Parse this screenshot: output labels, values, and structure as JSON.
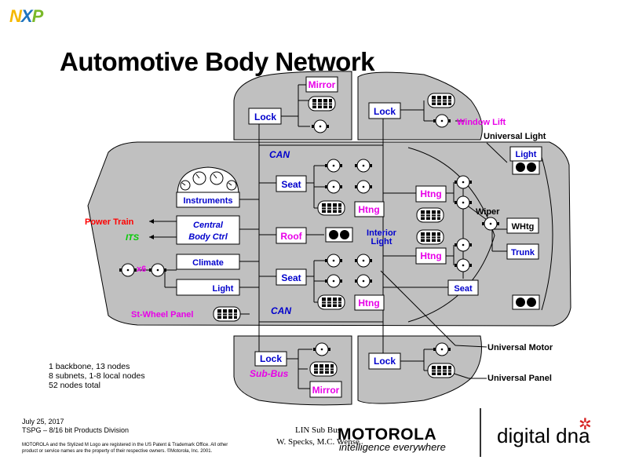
{
  "header": {
    "logo": "NXP",
    "title": "Automotive Body Network"
  },
  "labels": {
    "mirror_top": "Mirror",
    "lock_top_left": "Lock",
    "lock_top_right": "Lock",
    "window_lift": "Window Lift",
    "universal_light": "Universal Light",
    "light_right": "Light",
    "can_top": "CAN",
    "seat_top": "Seat",
    "htng_top_mid": "Htng",
    "instruments": "Instruments",
    "htng_right_top": "Htng",
    "power_train": "Power Train",
    "central_line1": "Central",
    "central_line2": "Body Ctrl",
    "its": "ITS",
    "roof": "Roof",
    "interior_line1": "Interior",
    "interior_line2": "Light",
    "wiper": "Wiper",
    "whtg": "WHtg",
    "trunk": "Trunk",
    "climate": "Climate",
    "x6": "x6",
    "htng_right_bottom": "Htng",
    "seat_bottom": "Seat",
    "light_left": "Light",
    "seat_right": "Seat",
    "htng_bottom_mid": "Htng",
    "st_wheel_panel": "St-Wheel Panel",
    "can_bottom": "CAN",
    "universal_motor": "Universal Motor",
    "lock_bottom_left": "Lock",
    "sub_bus": "Sub-Bus",
    "lock_bottom_right": "Lock",
    "universal_panel": "Universal Panel",
    "mirror_bottom": "Mirror"
  },
  "summary": {
    "line1": "1 backbone, 13 nodes",
    "line2": "8 subnets, 1-8 local nodes",
    "line3": "52 nodes total"
  },
  "footer": {
    "date": "July 25, 2017",
    "division": "TSPG – 8/16 bit Products Division",
    "legal1": "MOTOROLA and the Stylized M Logo are registered in the US Patent & Trademark Office. All other",
    "legal2": "product or service names are the property of their respective owners.  ©Motorola, Inc. 2001.",
    "center1": "LIN Sub Bus",
    "center2": "W. Specks, M.C. Wense",
    "motorola": "MOTOROLA",
    "tagline": "intelligence everywhere",
    "digitaldna": "digital dna"
  },
  "colors": {
    "body": "#c0c0c0",
    "magenta": "#e800e8",
    "blue": "#0000cc",
    "red": "#ff0000",
    "green": "#00cc00",
    "nxp_yellow": "#f5b800",
    "nxp_green": "#7ab929",
    "nxp_blue": "#1e73be",
    "dna_red": "#d62020"
  }
}
